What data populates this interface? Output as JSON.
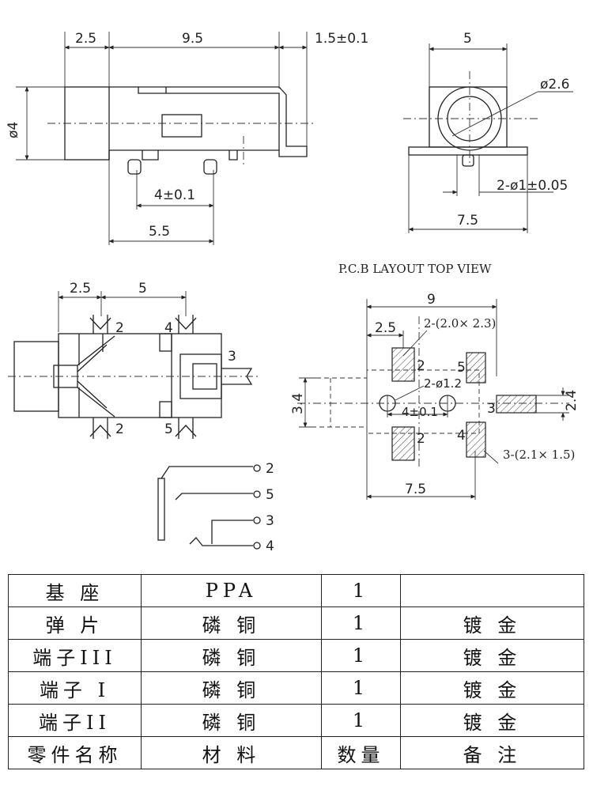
{
  "side_view": {
    "dims": {
      "a": "2.5",
      "b": "9.5",
      "c": "1.5±0.1",
      "dia": "ø4",
      "pin_pitch": "4±0.1",
      "len": "5.5"
    }
  },
  "end_view": {
    "dims": {
      "width": "5",
      "bore": "ø2.6",
      "holes": "2-ø1±0.05",
      "base": "7.5"
    }
  },
  "top_view": {
    "dims": {
      "a": "2.5",
      "b": "5"
    },
    "pins": {
      "p2a": "2",
      "p4": "4",
      "p3": "3",
      "p2b": "2",
      "p5": "5"
    }
  },
  "pcb_layout": {
    "title": "P.C.B LAYOUT   TOP VIEW",
    "dims": {
      "top": "9",
      "left": "2.5",
      "pads_a": "2-(2.0× 2.3)",
      "holes": "2-ø1.2",
      "height": "3.4",
      "pitch": "4±0.1",
      "pad3_h": "2.4",
      "pads_b": "3-(2.1× 1.5)",
      "bottom": "7.5"
    },
    "pads": {
      "p2a": "2",
      "p5": "5",
      "p3": "3",
      "p2b": "2",
      "p4": "4"
    }
  },
  "schematic": {
    "pins": [
      "2",
      "5",
      "3",
      "4"
    ]
  },
  "bom": {
    "rows": [
      {
        "part": "基  座",
        "material": "PPA",
        "qty": "1",
        "note": ""
      },
      {
        "part": "弹  片",
        "material": "磷    铜",
        "qty": "1",
        "note": "镀    金"
      },
      {
        "part": "端子III",
        "material": "磷    铜",
        "qty": "1",
        "note": "镀    金"
      },
      {
        "part": "端子 I",
        "material": "磷    铜",
        "qty": "1",
        "note": "镀    金"
      },
      {
        "part": "端子II",
        "material": "磷    铜",
        "qty": "1",
        "note": "镀    金"
      }
    ],
    "header": {
      "part": "零件名称",
      "material": "材        料",
      "qty": "数量",
      "note": "备    注"
    }
  }
}
